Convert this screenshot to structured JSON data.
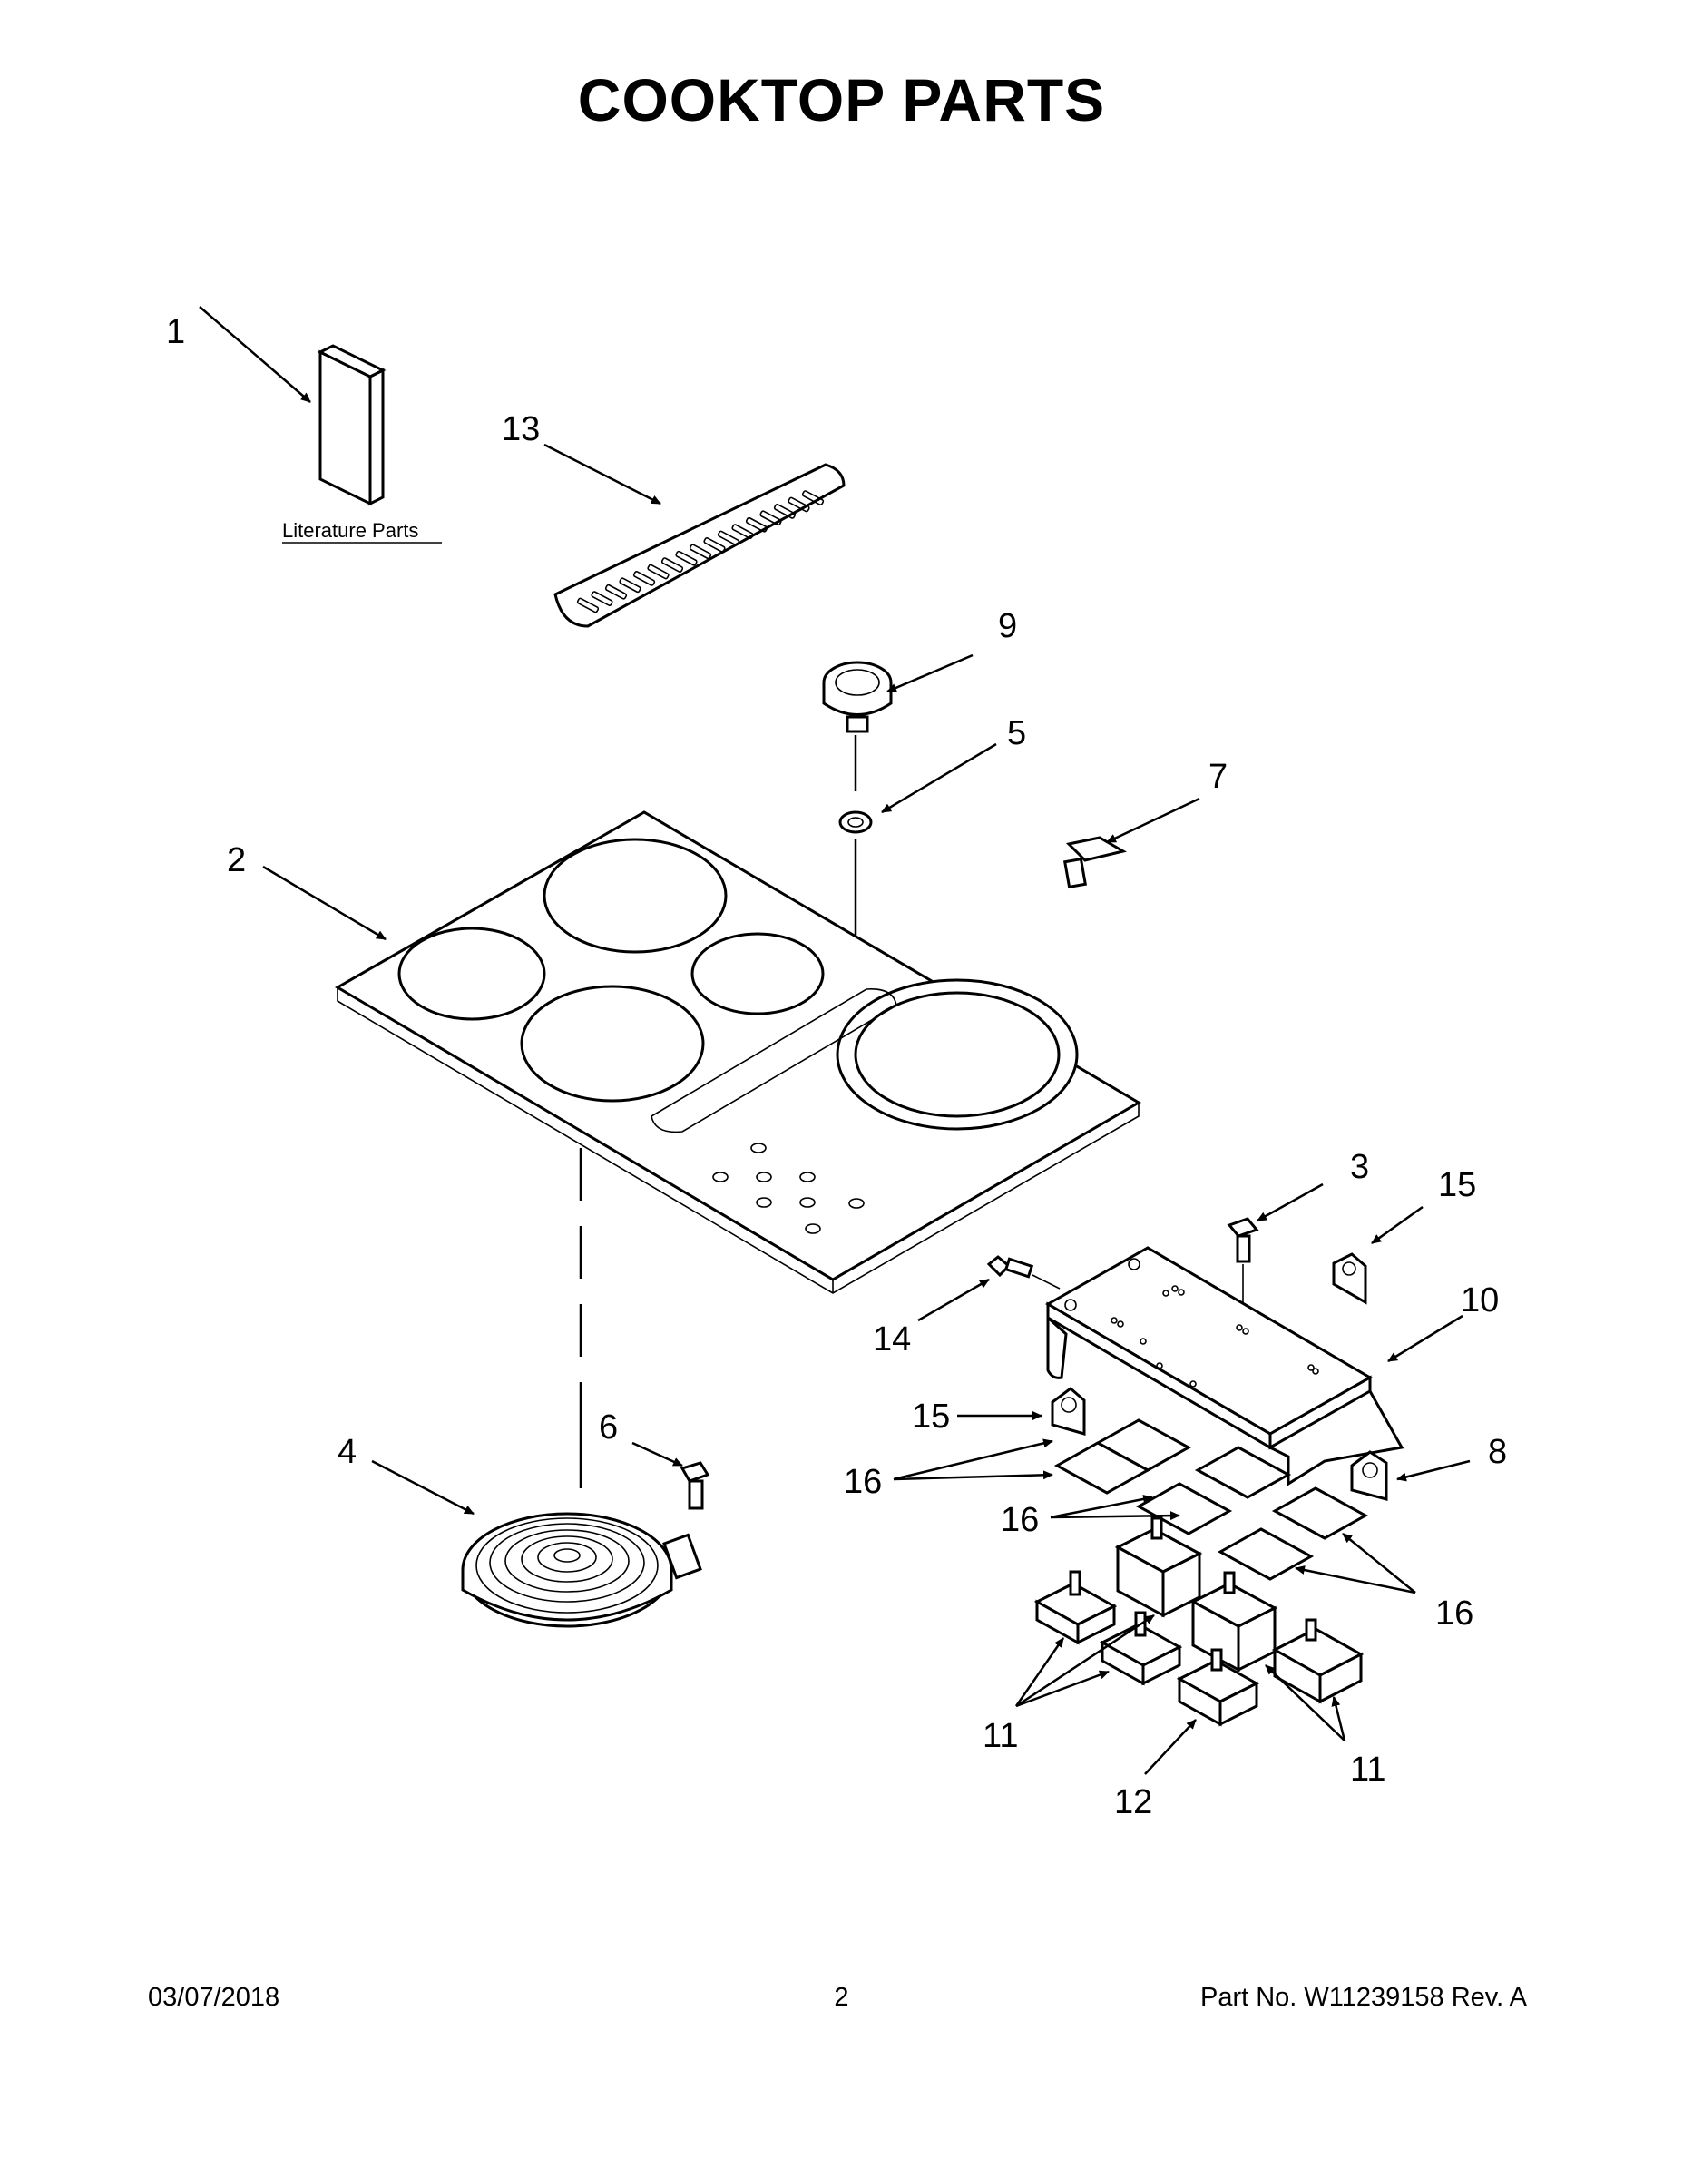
{
  "title": "COOKTOP PARTS",
  "literature_label": "Literature Parts",
  "callouts": {
    "c1": "1",
    "c2": "2",
    "c3": "3",
    "c4": "4",
    "c5": "5",
    "c6": "6",
    "c7": "7",
    "c8": "8",
    "c9": "9",
    "c10": "10",
    "c11a": "11",
    "c11b": "11",
    "c12": "12",
    "c13": "13",
    "c14": "14",
    "c15a": "15",
    "c15b": "15",
    "c16a": "16",
    "c16b": "16",
    "c16c": "16"
  },
  "footer": {
    "date": "03/07/2018",
    "page": "2",
    "part": "Part No.  W11239158  Rev.  A"
  }
}
